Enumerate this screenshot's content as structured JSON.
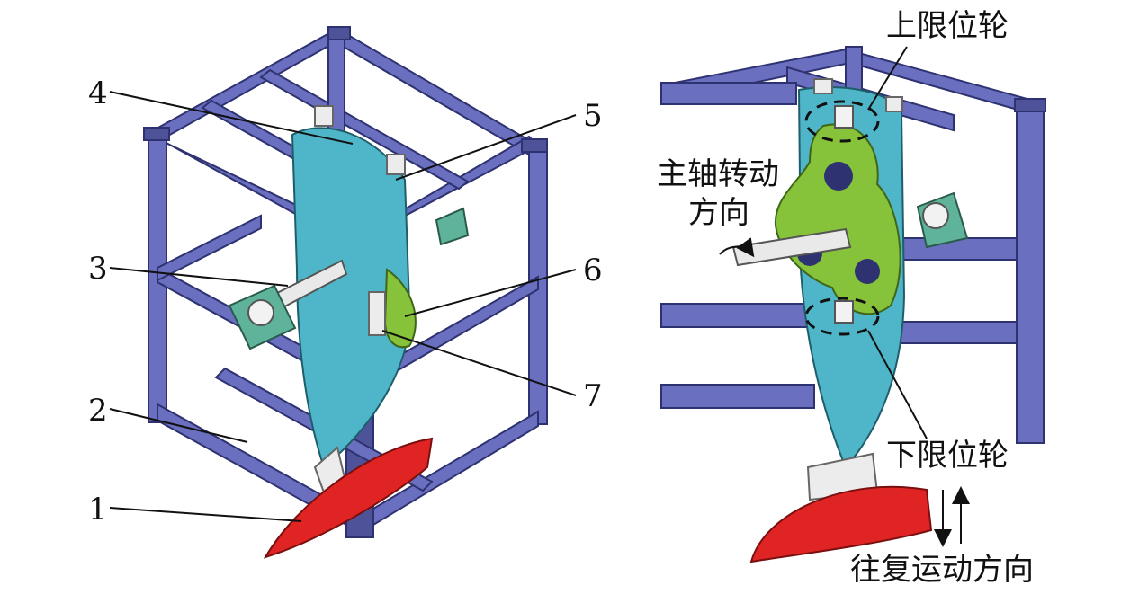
{
  "left_figure": {
    "callouts": [
      "1",
      "2",
      "3",
      "4",
      "5",
      "6",
      "7"
    ]
  },
  "right_figure": {
    "upper_limit_wheel": "上限位轮",
    "lower_limit_wheel": "下限位轮",
    "spindle_rotation_line1": "主轴转动",
    "spindle_rotation_line2": "方向",
    "reciprocating_direction": "往复运动方向"
  },
  "colors": {
    "frame": "#6a6fc0",
    "blade_plate": "#4fb6c9",
    "cam_plate": "#86c33a",
    "cutter": "#e02424",
    "bearing_seat": "#5fb39a"
  }
}
